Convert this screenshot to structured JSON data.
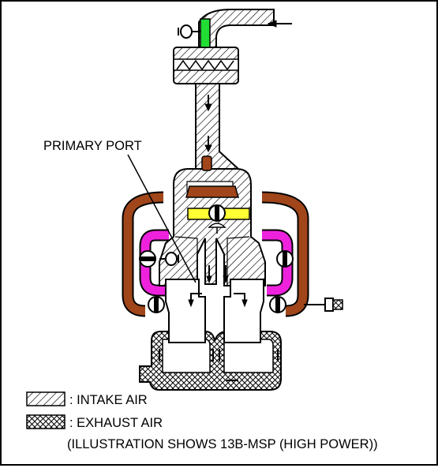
{
  "callout": {
    "primary_port": "PRIMARY PORT"
  },
  "legend": {
    "intake_label": ": INTAKE AIR",
    "exhaust_label": ": EXHAUST AIR",
    "note": "(ILLUSTRATION SHOWS 13B-MSP (HIGH POWER))"
  },
  "colors": {
    "brown": "#a0461a",
    "magenta": "#ee22dd",
    "yellow": "#ffff33",
    "green": "#22dd33",
    "line": "#000000"
  }
}
